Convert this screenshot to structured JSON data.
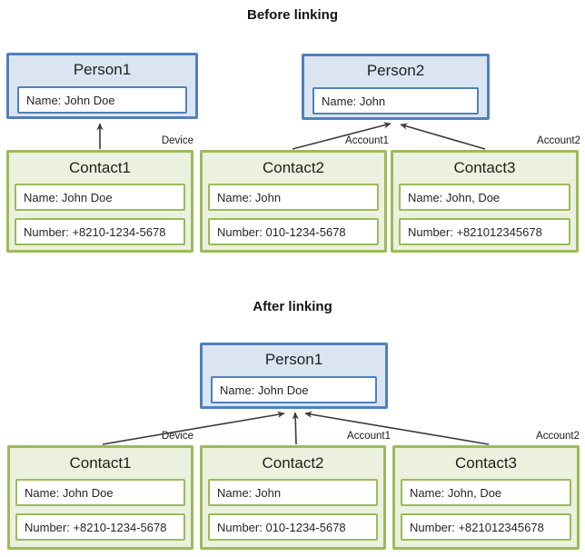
{
  "titles": {
    "before": "Before linking",
    "after": "After linking"
  },
  "colors": {
    "person_border": "#4f81bd",
    "person_fill": "#dbe5f1",
    "contact_border": "#9bbb59",
    "contact_fill": "#ebf1de",
    "arrow": "#3b3b3b"
  },
  "before": {
    "persons": [
      {
        "title": "Person1",
        "name": "Name: John Doe"
      },
      {
        "title": "Person2",
        "name": "Name: John"
      }
    ],
    "contacts": [
      {
        "title": "Contact1",
        "link_label": "Device",
        "name": "Name: John Doe",
        "number": "Number: +8210-1234-5678"
      },
      {
        "title": "Contact2",
        "link_label": "Account1",
        "name": "Name: John",
        "number": "Number: 010-1234-5678"
      },
      {
        "title": "Contact3",
        "link_label": "Account2",
        "name": "Name: John, Doe",
        "number": "Number: +821012345678"
      }
    ]
  },
  "after": {
    "persons": [
      {
        "title": "Person1",
        "name": "Name: John Doe"
      }
    ],
    "contacts": [
      {
        "title": "Contact1",
        "link_label": "Device",
        "name": "Name: John Doe",
        "number": "Number: +8210-1234-5678"
      },
      {
        "title": "Contact2",
        "link_label": "Account1",
        "name": "Name: John",
        "number": "Number: 010-1234-5678"
      },
      {
        "title": "Contact3",
        "link_label": "Account2",
        "name": "Name: John, Doe",
        "number": "Number: +821012345678"
      }
    ]
  }
}
